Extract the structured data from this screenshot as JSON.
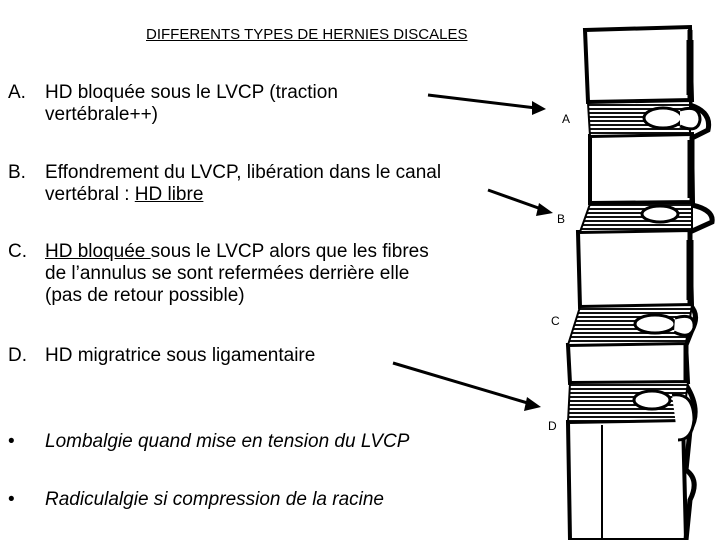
{
  "title": "DIFFERENTS TYPES DE HERNIES DISCALES",
  "items": [
    {
      "letter": "A.",
      "lines": [
        "HD bloquée sous le LVCP (traction",
        "vertébrale++)"
      ]
    },
    {
      "letter": "B.",
      "lines": [
        "Effondrement du LVCP, libération dans le canal",
        "vertébral : "
      ],
      "underlined": "HD libre"
    },
    {
      "letter": "C.",
      "underlined": "HD bloquée ",
      "first_rest": "sous le LVCP alors que les fibres",
      "lines": [
        "de l’annulus se sont refermées derrière elle",
        "(pas de retour possible)"
      ]
    },
    {
      "letter": "D.",
      "lines": [
        "HD migratrice sous ligamentaire"
      ]
    }
  ],
  "bullets": [
    {
      "symbol": "•",
      "text": "Lombalgie quand mise en tension du LVCP"
    },
    {
      "symbol": "•",
      "text": "Radiculalgie si compression de la racine"
    }
  ],
  "figure_labels": [
    "A",
    "B",
    "C",
    "D"
  ]
}
